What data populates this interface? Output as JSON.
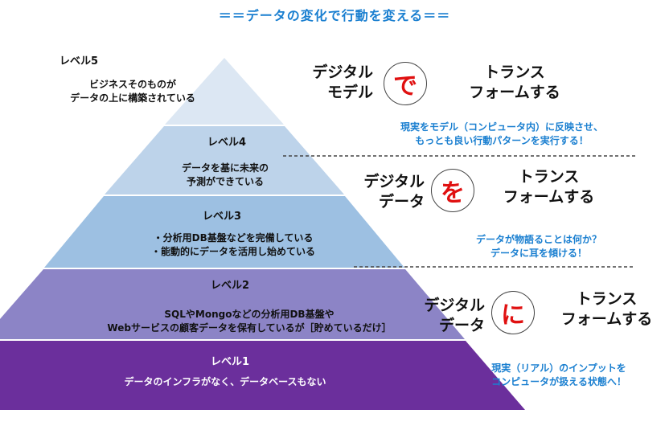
{
  "title": "＝＝データの変化で行動を変える＝＝",
  "pyramid": {
    "levels": [
      {
        "label": "レベル5",
        "desc1": "ビジネスそのものが",
        "desc2": "データの上に構築されている",
        "color": "#dce7f3"
      },
      {
        "label": "レベル4",
        "desc1": "データを基に未来の",
        "desc2": "予測ができている",
        "color": "#bdd3ea"
      },
      {
        "label": "レベル3",
        "desc1": "・分析用DB基盤などを完備している",
        "desc2": "・能動的にデータを活用し始めている",
        "color": "#9dc0e2"
      },
      {
        "label": "レベル2",
        "desc1": "SQLやMongoなどの分析用DB基盤や",
        "desc2": "Webサービスの顧客データを保有しているが［貯めているだけ］",
        "color": "#8c84c6"
      },
      {
        "label": "レベル1",
        "desc1": "データのインフラがなく、データベースもない",
        "color": "#6b2f9c"
      }
    ]
  },
  "transform": [
    {
      "left1": "デジタル",
      "left2": "モデル",
      "particle": "で",
      "right1": "トランス",
      "right2": "フォームする",
      "note1": "現実をモデル（コンピュータ内）に反映させ、",
      "note2": "もっとも良い行動パターンを実行する！"
    },
    {
      "left1": "デジタル",
      "left2": "データ",
      "particle": "を",
      "right1": "トランス",
      "right2": "フォームする",
      "note1": "データが物語ることは何か？",
      "note2": "データに耳を傾ける！"
    },
    {
      "left1": "デジタル",
      "left2": "データ",
      "particle": "に",
      "right1": "トランス",
      "right2": "フォームする",
      "note1": "現実（リアル）のインプットを",
      "note2": "コンピュータが扱える状態へ！"
    }
  ]
}
